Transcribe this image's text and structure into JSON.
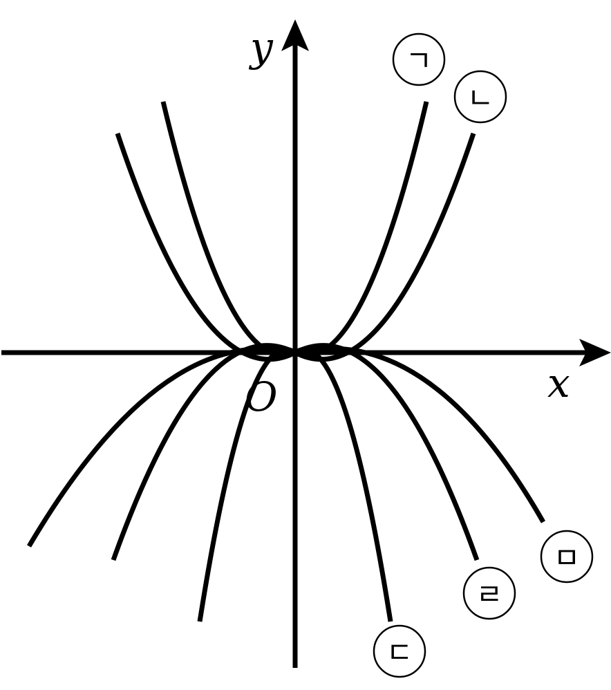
{
  "axes": {
    "x_label": "x",
    "y_label": "y",
    "origin_label": "O"
  },
  "curve_labels": [
    "ㄱ",
    "ㄴ",
    "ㄷ",
    "ㄹ",
    "ㅁ"
  ]
}
